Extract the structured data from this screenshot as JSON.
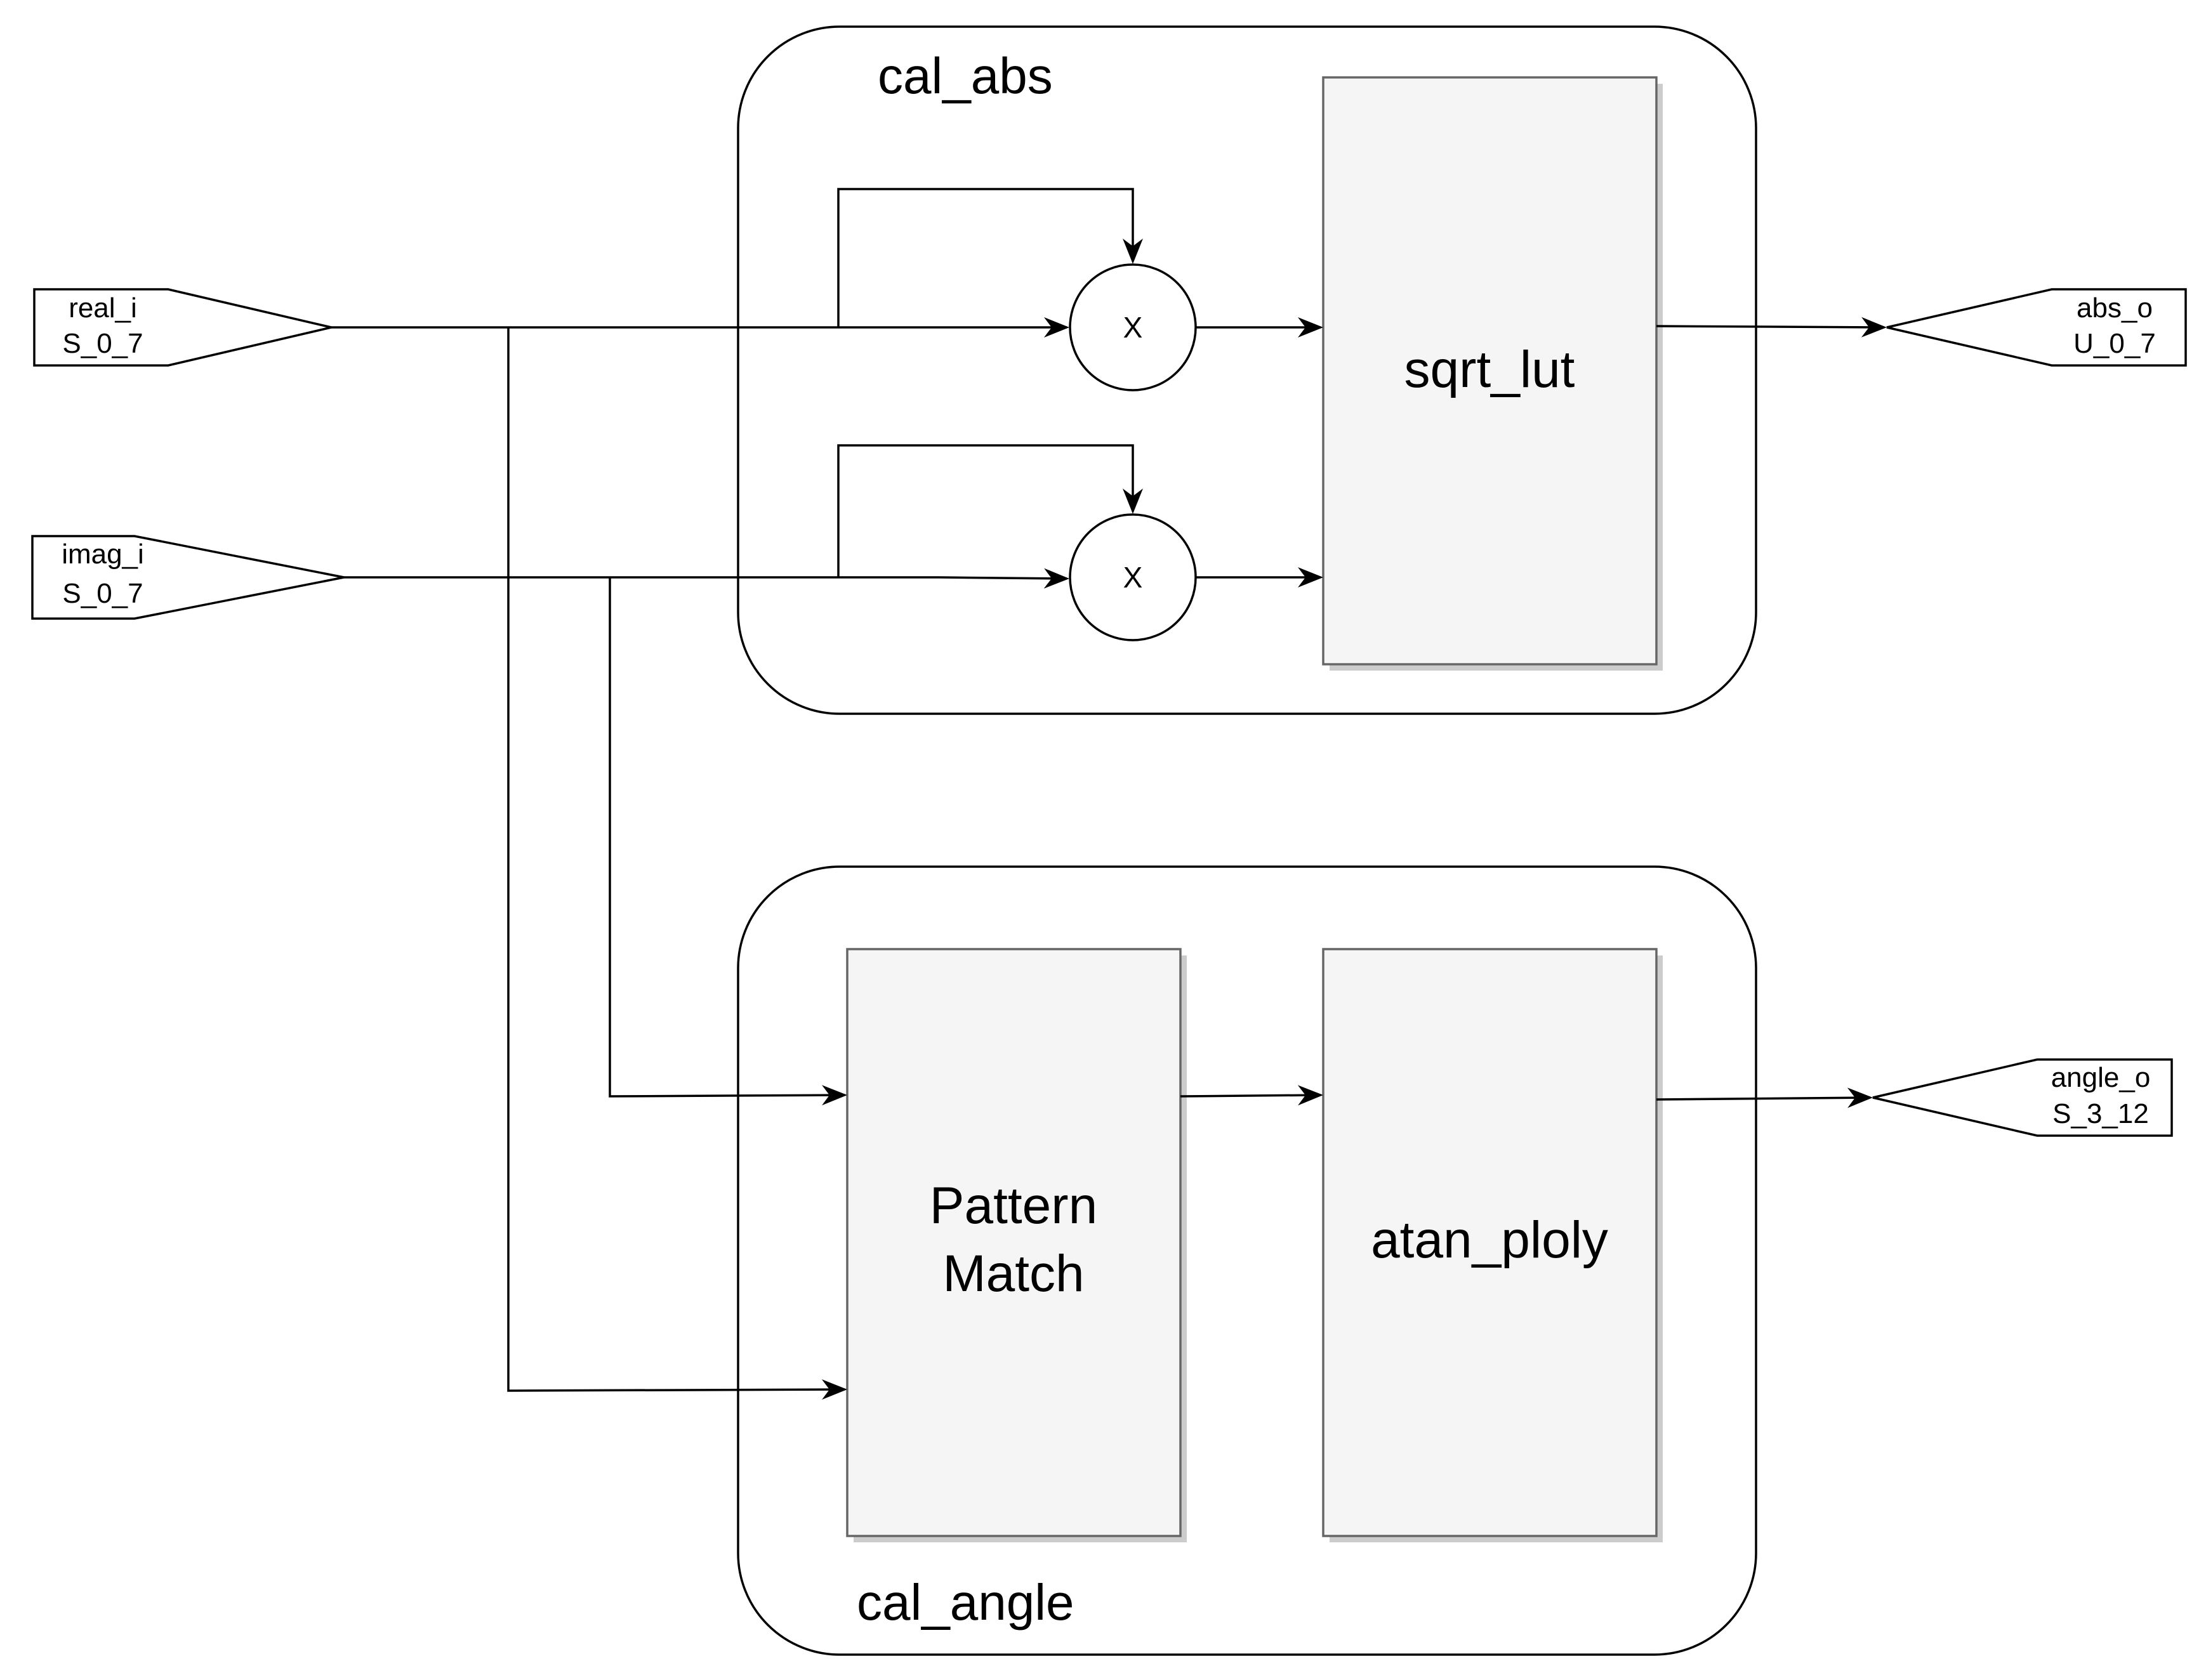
{
  "groups": {
    "cal_abs": "cal_abs",
    "cal_angle": "cal_angle"
  },
  "blocks": {
    "sqrt_lut": "sqrt_lut",
    "pattern_match_line1": "Pattern",
    "pattern_match_line2": "Match",
    "atan_ploly": "atan_ploly"
  },
  "multipliers": {
    "mult_real": "X",
    "mult_imag": "X"
  },
  "ports": {
    "real_i": {
      "name": "real_i",
      "type": "S_0_7"
    },
    "imag_i": {
      "name": "imag_i",
      "type": "S_0_7"
    },
    "abs_o": {
      "name": "abs_o",
      "type": "U_0_7"
    },
    "angle_o": {
      "name": "angle_o",
      "type": "S_3_12"
    }
  }
}
